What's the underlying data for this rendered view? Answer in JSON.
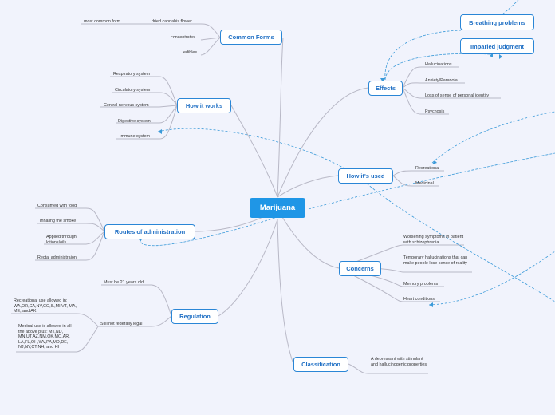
{
  "central": "Marijuana",
  "topics": {
    "common_forms": "Common Forms",
    "how_it_works": "How it works",
    "effects": "Effects",
    "how_its_used": "How it's used",
    "routes": "Routes of administration",
    "concerns": "Concerns",
    "regulation": "Regulation",
    "classification": "Classification",
    "breathing": "Breathing problems",
    "impaired": "Imparied judgment"
  },
  "leaves": {
    "most_common_form": "most common form",
    "dried_flower": "dried cannabis flower",
    "concentrates": "concentrates",
    "edibles": "edibles",
    "respiratory": "Respiratory system",
    "circulatory": "Circulatory system",
    "cns": "Central nervous system",
    "digestive": "Digestive system",
    "immune": "Immune system",
    "hallucinations": "Hallucinations",
    "anxiety": "Anxiety/Paranoia",
    "identity": "Loss of sense of personal identity",
    "psychosis": "Psychosis",
    "recreational": "Recreational",
    "medicinal": "Medicinal",
    "food": "Consumed with food",
    "smoke": "Inhaling the smoke",
    "lotions": "Applied through lotions/oils",
    "rectal": "Rectal administraion",
    "schizo": "Worsening symptoms in patient with schizophrenia",
    "temp_halluc": "Temporary hallucinations that can make people lose sense of reality",
    "memory": "Memory problems",
    "heart": "Heart conditions",
    "age21": "Must be 21 years old",
    "federal": "Still not federally legal",
    "rec_states": "Recreational use allowed in: WA,OR,CA,NV,CO,IL,MI,VT, MA, ME, and AK",
    "med_states": "Medical use is allowed in all the above plus: MT,ND, MN,UT,AZ,NM,OK,MO,AR, LA,FL,OH,WV,PA,MD,DE, NJ,NY,CT,NH, and HI",
    "depressant": "A depressant with stimulant and hallucinogenic properties"
  },
  "colors": {
    "background": "#f1f3fc",
    "central_fill": "#1f96e6",
    "topic_border": "#2a86d6",
    "topic_text": "#1f6fc4",
    "branch_line": "#b8b8c6",
    "relation_line": "#3b9ad9"
  }
}
